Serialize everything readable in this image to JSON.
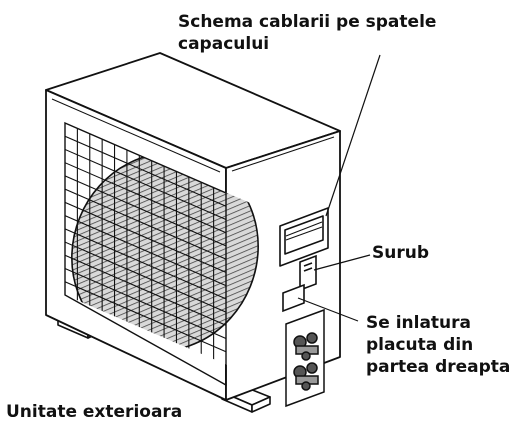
{
  "labels": {
    "wiring_diagram": [
      "Schema cablarii pe spatele",
      "capacului"
    ],
    "screw": "Surub",
    "right_plate": [
      "Se inlatura",
      "placuta din",
      "partea dreapta"
    ],
    "outdoor_unit": "Unitate exterioara"
  }
}
